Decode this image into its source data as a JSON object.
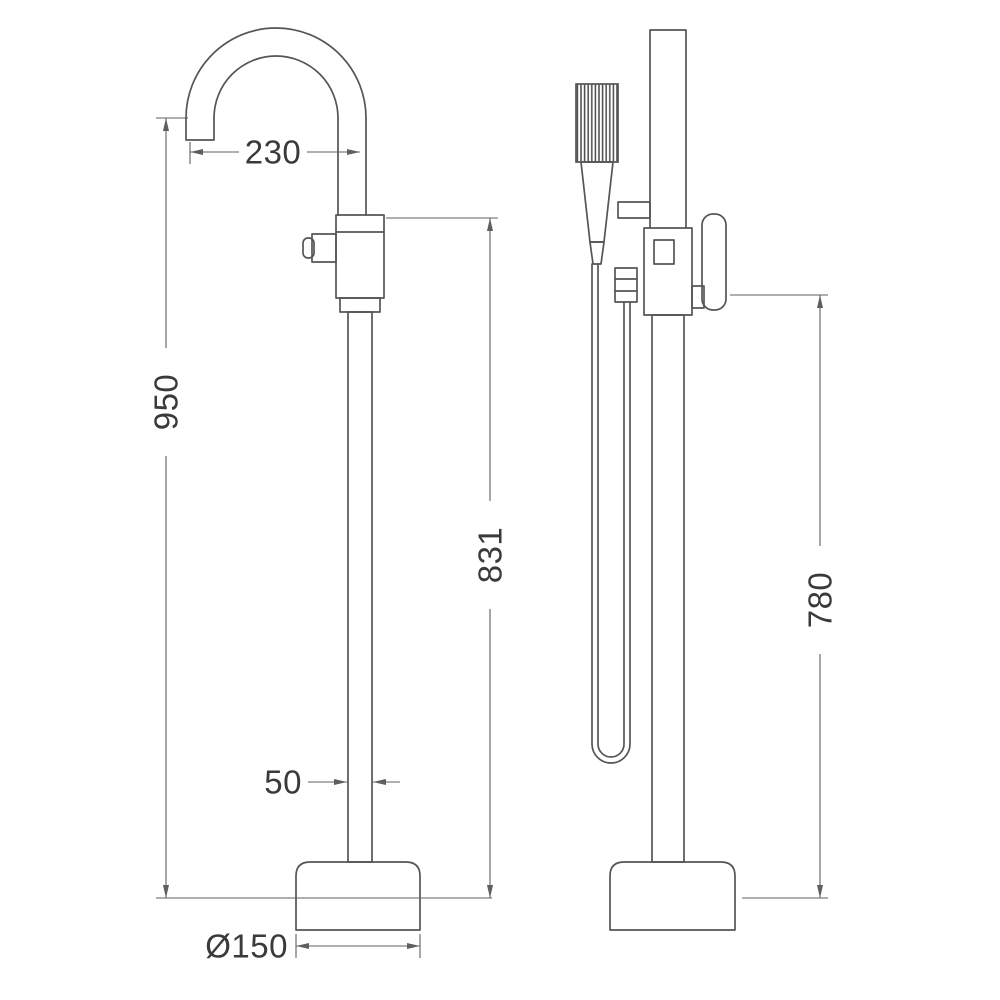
{
  "colors": {
    "line": "#555555",
    "dimension_line": "#5f5f5f",
    "text": "#3a3a3a",
    "background": "#ffffff"
  },
  "drawing": {
    "dimensions": {
      "spout_reach": "230",
      "total_height": "950",
      "spout_height": "831",
      "column_width": "50",
      "base_diameter": "Ø150",
      "handshower_height": "780"
    }
  }
}
